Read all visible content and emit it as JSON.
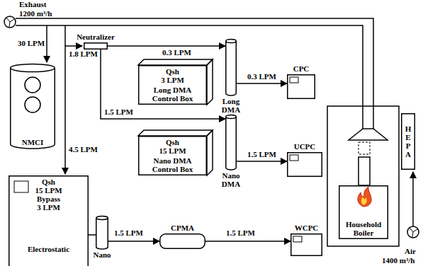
{
  "diagram": {
    "nodes": [
      {
        "text": [
          "NMCI"
        ]
      },
      {
        "text": [
          "Neutralizer"
        ]
      },
      {
        "text": [
          "Qsh",
          "3 LPM",
          "Long DMA Control Box"
        ]
      },
      {
        "text": [
          "Long DMA"
        ]
      },
      {
        "text": [
          "CPC"
        ]
      },
      {
        "text": [
          "Qsh",
          "15 LPM",
          "Nano DMA Control Box"
        ]
      },
      {
        "text": [
          "Nano DMA"
        ]
      },
      {
        "text": [
          "UCPC"
        ]
      },
      {
        "text": [
          "Household Boiler"
        ]
      },
      {
        "text": [
          "HEPA"
        ]
      },
      {
        "text": [
          "Qsh",
          "15 LPM",
          "Bypass",
          "3 LPM",
          "Electrostatic"
        ]
      },
      {
        "text": [
          "Nano"
        ]
      },
      {
        "text": [
          "CPMA"
        ]
      },
      {
        "text": [
          "WCPC"
        ]
      }
    ],
    "edges": [
      {
        "from": 1,
        "to": 3,
        "arrow": "to",
        "label": "0.3 LPM"
      },
      {
        "from": 1,
        "to": 6,
        "arrow": "to",
        "label": "1.5 LPM"
      },
      {
        "from": 3,
        "to": 4,
        "arrow": "to",
        "label": "0.3 LPM"
      },
      {
        "from": 6,
        "to": 7,
        "arrow": "to",
        "label": "1.5 LPM"
      },
      {
        "from": 10,
        "to": 11,
        "arrow": "none"
      },
      {
        "from": 11,
        "to": 12,
        "arrow": "to",
        "label": "1.5 LPM"
      },
      {
        "from": 12,
        "to": 13,
        "arrow": "to",
        "label": "1.5 LPM"
      }
    ],
    "labels": [
      "Exhaust",
      "1200 m³/h",
      "30 LPM",
      "1.8 LPM",
      "4.5 LPM",
      "Air",
      "1400 m³/h"
    ]
  }
}
